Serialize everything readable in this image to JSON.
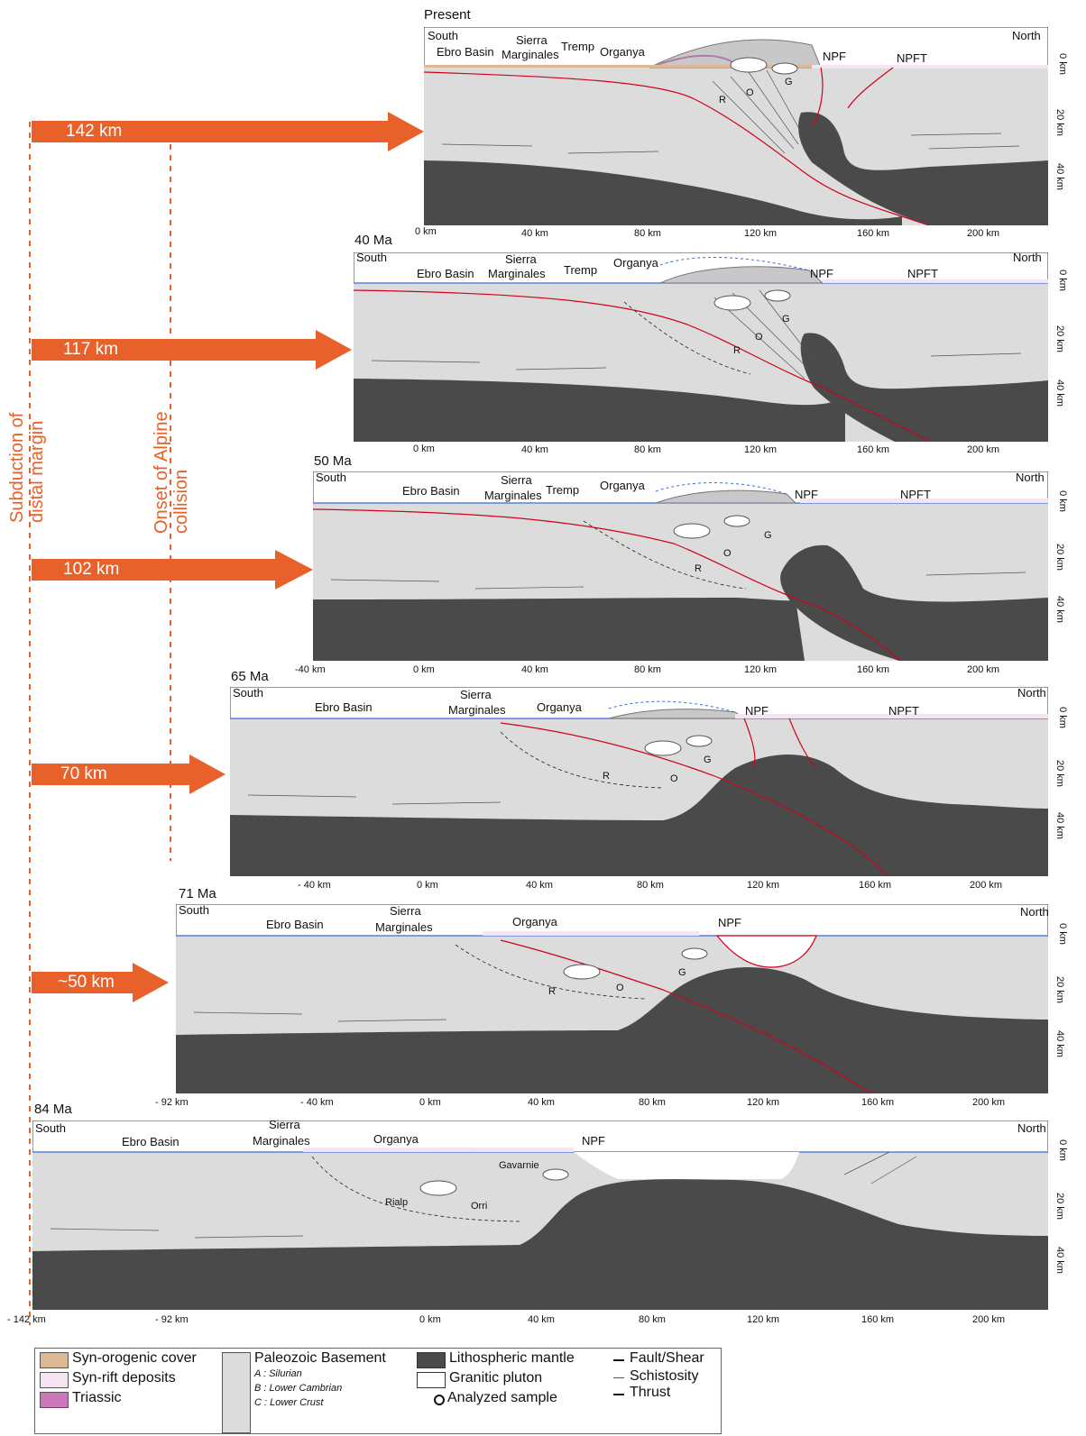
{
  "side_labels": {
    "subduction": [
      "Subduction of",
      "distal margin"
    ],
    "alpine": [
      "Onset of Alpine",
      "collision"
    ]
  },
  "arrows": [
    "142 km",
    "117 km",
    "102 km",
    "70 km",
    "~50 km"
  ],
  "colors": {
    "arrow": "#e8602a",
    "crust": "#dcdcdc",
    "mantle": "#4a4a4a",
    "syn_orogenic": "#dcb894",
    "syn_rift": "#f5e4f2",
    "triassic": "#cc77bb",
    "fault_red": "#d0021b",
    "sea_level": "#3d6bd8"
  },
  "panels": [
    {
      "title": "Present",
      "south": "South",
      "north": "North",
      "labels": [
        "Ebro Basin",
        "Sierra",
        "Marginales",
        "Tremp",
        "Organya",
        "NPF",
        "NPFT"
      ],
      "units": [
        "R",
        "O",
        "G"
      ],
      "xticks": [
        "0 km",
        "40 km",
        "80 km",
        "120 km",
        "160 km",
        "200 km"
      ],
      "depth": [
        "0 km",
        "20 km",
        "40 km"
      ]
    },
    {
      "title": "40 Ma",
      "south": "South",
      "north": "North",
      "labels": [
        "Ebro Basin",
        "Sierra",
        "Marginales",
        "Tremp",
        "Organya",
        "NPF",
        "NPFT"
      ],
      "units": [
        "R",
        "O",
        "G"
      ],
      "xticks": [
        "0 km",
        "40 km",
        "80 km",
        "120 km",
        "160 km",
        "200 km"
      ],
      "depth": [
        "0 km",
        "20 km",
        "40 km"
      ]
    },
    {
      "title": "50 Ma",
      "south": "South",
      "north": "North",
      "labels": [
        "Ebro Basin",
        "Sierra",
        "Marginales",
        "Tremp",
        "Organya",
        "NPF",
        "NPFT"
      ],
      "units": [
        "R",
        "O",
        "G"
      ],
      "xticks": [
        "-40 km",
        "0 km",
        "40 km",
        "80 km",
        "120 km",
        "160 km",
        "200 km"
      ],
      "depth": [
        "0 km",
        "20 km",
        "40 km"
      ]
    },
    {
      "title": "65 Ma",
      "south": "South",
      "north": "North",
      "labels": [
        "Ebro Basin",
        "Sierra",
        "Marginales",
        "Organya",
        "NPF",
        "NPFT"
      ],
      "units": [
        "R",
        "O",
        "G"
      ],
      "xticks": [
        "- 40 km",
        "0 km",
        "40 km",
        "80 km",
        "120 km",
        "160 km",
        "200 km"
      ],
      "depth": [
        "0 km",
        "20 km",
        "40 km"
      ]
    },
    {
      "title": "71 Ma",
      "south": "South",
      "north": "North",
      "labels": [
        "Ebro Basin",
        "Sierra",
        "Marginales",
        "Organya",
        "NPF"
      ],
      "units": [
        "R",
        "O",
        "G"
      ],
      "xticks": [
        "- 92 km",
        "- 40 km",
        "0 km",
        "40 km",
        "80 km",
        "120 km",
        "160 km",
        "200 km"
      ],
      "depth": [
        "0 km",
        "20 km",
        "40 km"
      ]
    },
    {
      "title": "84 Ma",
      "south": "South",
      "north": "North",
      "labels": [
        "Ebro Basin",
        "Sierra",
        "Marginales",
        "Organya",
        "NPF"
      ],
      "units": [
        "Rialp",
        "Orri",
        "Gavarnie"
      ],
      "xticks": [
        "- 142 km",
        "- 92 km",
        "0 km",
        "40 km",
        "80 km",
        "120 km",
        "160 km",
        "200 km"
      ],
      "depth": [
        "0 km",
        "20 km",
        "40 km"
      ]
    }
  ],
  "legend": {
    "syn_orogenic": "Syn-orogenic cover",
    "syn_rift": "Syn-rift deposits",
    "triassic": "Triassic",
    "paleozoic": "Paleozoic Basement",
    "silurian": "A : Silurian",
    "cambrian": "B : Lower Cambrian",
    "lower_crust": "C : Lower Crust",
    "mantle": "Lithospheric mantle",
    "pluton": "Granitic pluton",
    "sample": "Analyzed sample",
    "fault": "Fault/Shear",
    "schistosity": "Schistosity",
    "thrust": "Thrust"
  }
}
